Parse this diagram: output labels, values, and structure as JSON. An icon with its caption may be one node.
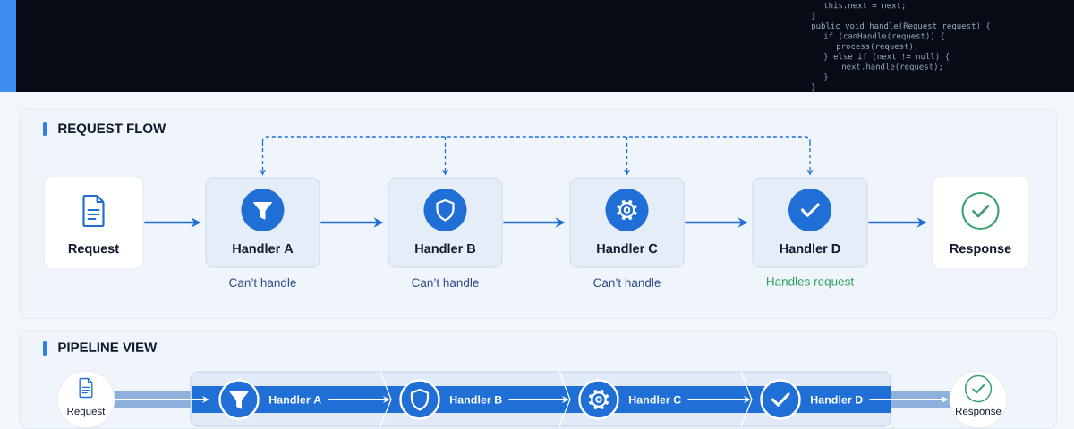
{
  "diagram": {
    "nodes": [
      {
        "text": [
          "REQUEST FLOW"
        ]
      },
      {
        "text": [
          "Request"
        ],
        "in": 0
      },
      {
        "text": [
          "Handler A"
        ],
        "in": 0,
        "beside": [
          "Can’t handle"
        ]
      },
      {
        "text": [
          "Handler B"
        ],
        "in": 0,
        "beside": [
          "Can’t handle"
        ]
      },
      {
        "text": [
          "Handler C"
        ],
        "in": 0,
        "beside": [
          "Can’t handle"
        ]
      },
      {
        "text": [
          "Handler D"
        ],
        "in": 0,
        "beside": [
          "Handles request"
        ]
      },
      {
        "text": [
          "Response"
        ],
        "in": 0
      },
      {
        "text": [
          "PIPELINE VIEW"
        ]
      },
      {
        "text": [
          "Request"
        ],
        "in": 7
      },
      {
        "text": [],
        "shape": "box",
        "in": 7
      },
      {
        "text": [
          "Handler A"
        ],
        "in": 9
      },
      {
        "text": [
          "Handler B"
        ],
        "in": 9
      },
      {
        "text": [
          "Handler C"
        ],
        "in": 9
      },
      {
        "text": [
          "Handler D"
        ],
        "in": 9
      },
      {
        "text": [
          "Response"
        ],
        "in": 7
      }
    ],
    "edges": [
      {
        "from": 1,
        "to": 2,
        "arrow": "to"
      },
      {
        "from": 2,
        "to": 3,
        "arrow": "to"
      },
      {
        "from": 3,
        "to": 4,
        "arrow": "to"
      },
      {
        "from": 4,
        "to": 5,
        "arrow": "to"
      },
      {
        "from": 5,
        "to": 6,
        "arrow": "to"
      },
      {
        "from": null,
        "to": 2,
        "arrow": "to",
        "style": "dashed"
      },
      {
        "from": null,
        "to": 3,
        "arrow": "to",
        "style": "dashed"
      },
      {
        "from": null,
        "to": 4,
        "arrow": "to",
        "style": "dashed"
      },
      {
        "from": null,
        "to": 5,
        "arrow": "to",
        "style": "dashed"
      },
      {
        "from": 8,
        "to": 10,
        "arrow": "to",
        "color": "#ffffff"
      },
      {
        "from": 10,
        "to": 11,
        "arrow": "to",
        "color": "#ffffff"
      },
      {
        "from": 11,
        "to": 12,
        "arrow": "to",
        "color": "#ffffff"
      },
      {
        "from": 12,
        "to": 13,
        "arrow": "to",
        "color": "#ffffff"
      },
      {
        "from": 13,
        "to": 14,
        "arrow": "to",
        "color": "#ffffff"
      }
    ],
    "labels": [
      "this.next = next;",
      "}",
      "public void handle(Request request) {",
      "if (canHandle(request)) {",
      "process(request);",
      "} else if (next != null) {",
      "next.handle(request);",
      "}",
      "}"
    ]
  }
}
